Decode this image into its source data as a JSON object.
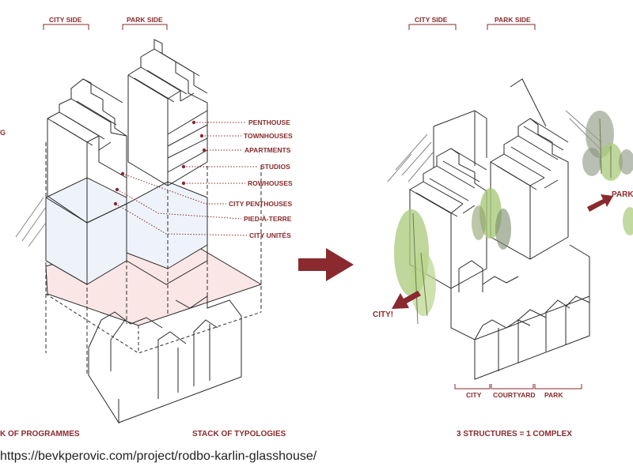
{
  "colors": {
    "accent": "#8a2a2e",
    "line": "#2b2b2b",
    "pink_fill": "#fbe6e6",
    "blue_fill": "#eef3fb",
    "tree_green": "#a9c97a"
  },
  "left_diagram": {
    "side_labels": [
      "CITY SIDE",
      "PARK SIDE"
    ],
    "left_edge_fragment": "G",
    "programmes": [
      "PENTHOUSE",
      "TOWNHOUSES",
      "APARTMENTS",
      "STUDIOS",
      "ROWHOUSES",
      "CITY PENTHOUSES",
      "PIED-À-TERRE",
      "CITY UNITÉS"
    ],
    "caption_left": "K OF PROGRAMMES",
    "caption_right": "STACK OF TYPOLOGIES"
  },
  "arrow": {
    "icon": "right-arrow-icon"
  },
  "right_diagram": {
    "side_labels": [
      "CITY SIDE",
      "PARK SIDE"
    ],
    "callout_city": "CITY!",
    "callout_park": "PARK",
    "bottom_labels": [
      "CITY",
      "COURTYARD",
      "PARK"
    ],
    "caption": "3 STRUCTURES = 1 COMPLEX"
  },
  "source_url": "https://bevkperovic.com/project/rodbo-karlin-glasshouse/"
}
